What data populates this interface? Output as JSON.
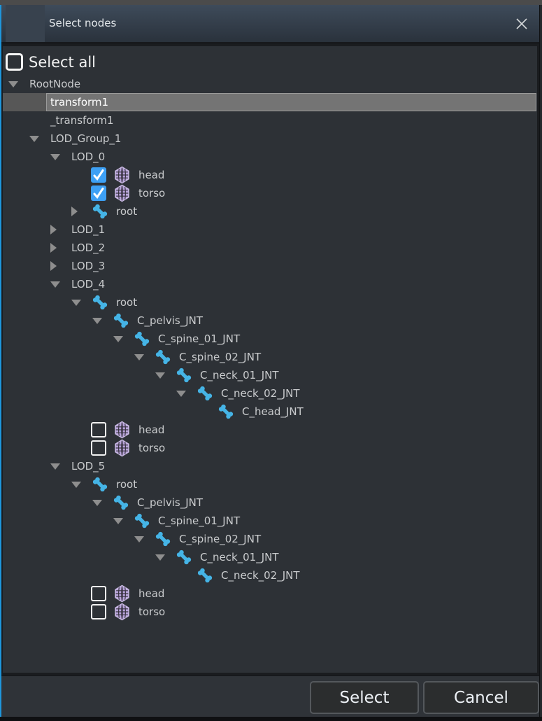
{
  "window": {
    "title": "Select nodes",
    "close_icon": "close-x"
  },
  "select_all": {
    "label": "Select all",
    "checked": false
  },
  "tree": {
    "rows": [
      {
        "label": "RootNode",
        "level": 0,
        "chevron": "down",
        "checkbox": null,
        "icon": null,
        "selected": false
      },
      {
        "label": "transform1",
        "level": 1,
        "chevron": null,
        "checkbox": null,
        "icon": null,
        "selected": true
      },
      {
        "label": "_transform1",
        "level": 1,
        "chevron": null,
        "checkbox": null,
        "icon": null,
        "selected": false
      },
      {
        "label": "LOD_Group_1",
        "level": 1,
        "chevron": "down",
        "checkbox": null,
        "icon": null,
        "selected": false
      },
      {
        "label": "LOD_0",
        "level": 2,
        "chevron": "down",
        "checkbox": null,
        "icon": null,
        "selected": false
      },
      {
        "label": "head",
        "level": 3,
        "chevron": null,
        "checkbox": "checked",
        "icon": "mesh",
        "selected": false
      },
      {
        "label": "torso",
        "level": 3,
        "chevron": null,
        "checkbox": "checked",
        "icon": "mesh",
        "selected": false
      },
      {
        "label": "root",
        "level": 3,
        "chevron": "right",
        "checkbox": null,
        "icon": "bone",
        "selected": false
      },
      {
        "label": "LOD_1",
        "level": 2,
        "chevron": "right",
        "checkbox": null,
        "icon": null,
        "selected": false
      },
      {
        "label": "LOD_2",
        "level": 2,
        "chevron": "right",
        "checkbox": null,
        "icon": null,
        "selected": false
      },
      {
        "label": "LOD_3",
        "level": 2,
        "chevron": "right",
        "checkbox": null,
        "icon": null,
        "selected": false
      },
      {
        "label": "LOD_4",
        "level": 2,
        "chevron": "down",
        "checkbox": null,
        "icon": null,
        "selected": false
      },
      {
        "label": "root",
        "level": 3,
        "chevron": "down",
        "checkbox": null,
        "icon": "bone",
        "selected": false
      },
      {
        "label": "C_pelvis_JNT",
        "level": 4,
        "chevron": "down",
        "checkbox": null,
        "icon": "bone",
        "selected": false
      },
      {
        "label": "C_spine_01_JNT",
        "level": 5,
        "chevron": "down",
        "checkbox": null,
        "icon": "bone",
        "selected": false
      },
      {
        "label": "C_spine_02_JNT",
        "level": 6,
        "chevron": "down",
        "checkbox": null,
        "icon": "bone",
        "selected": false
      },
      {
        "label": "C_neck_01_JNT",
        "level": 7,
        "chevron": "down",
        "checkbox": null,
        "icon": "bone",
        "selected": false
      },
      {
        "label": "C_neck_02_JNT",
        "level": 8,
        "chevron": "down",
        "checkbox": null,
        "icon": "bone",
        "selected": false
      },
      {
        "label": "C_head_JNT",
        "level": 9,
        "chevron": null,
        "checkbox": null,
        "icon": "bone",
        "selected": false
      },
      {
        "label": "head",
        "level": 3,
        "chevron": null,
        "checkbox": "unchecked",
        "icon": "mesh",
        "selected": false
      },
      {
        "label": "torso",
        "level": 3,
        "chevron": null,
        "checkbox": "unchecked",
        "icon": "mesh",
        "selected": false
      },
      {
        "label": "LOD_5",
        "level": 2,
        "chevron": "down",
        "checkbox": null,
        "icon": null,
        "selected": false
      },
      {
        "label": "root",
        "level": 3,
        "chevron": "down",
        "checkbox": null,
        "icon": "bone",
        "selected": false
      },
      {
        "label": "C_pelvis_JNT",
        "level": 4,
        "chevron": "down",
        "checkbox": null,
        "icon": "bone",
        "selected": false
      },
      {
        "label": "C_spine_01_JNT",
        "level": 5,
        "chevron": "down",
        "checkbox": null,
        "icon": "bone",
        "selected": false
      },
      {
        "label": "C_spine_02_JNT",
        "level": 6,
        "chevron": "down",
        "checkbox": null,
        "icon": "bone",
        "selected": false
      },
      {
        "label": "C_neck_01_JNT",
        "level": 7,
        "chevron": "down",
        "checkbox": null,
        "icon": "bone",
        "selected": false
      },
      {
        "label": "C_neck_02_JNT",
        "level": 8,
        "chevron": null,
        "checkbox": null,
        "icon": "bone",
        "selected": false
      },
      {
        "label": "head",
        "level": 3,
        "chevron": null,
        "checkbox": "unchecked",
        "icon": "mesh",
        "selected": false
      },
      {
        "label": "torso",
        "level": 3,
        "chevron": null,
        "checkbox": "unchecked",
        "icon": "mesh",
        "selected": false
      }
    ]
  },
  "footer": {
    "select_label": "Select",
    "cancel_label": "Cancel"
  },
  "colors": {
    "accent_blue": "#1e96dc",
    "checkbox_checked": "#3da0f5",
    "bone_icon": "#45b4e6",
    "mesh_icon": "#b7a3d9",
    "selected_row": "#747474",
    "titlebar_top": "#3e4b5a",
    "titlebar_bottom": "#2a323c",
    "tree_background": "#2d3136"
  }
}
